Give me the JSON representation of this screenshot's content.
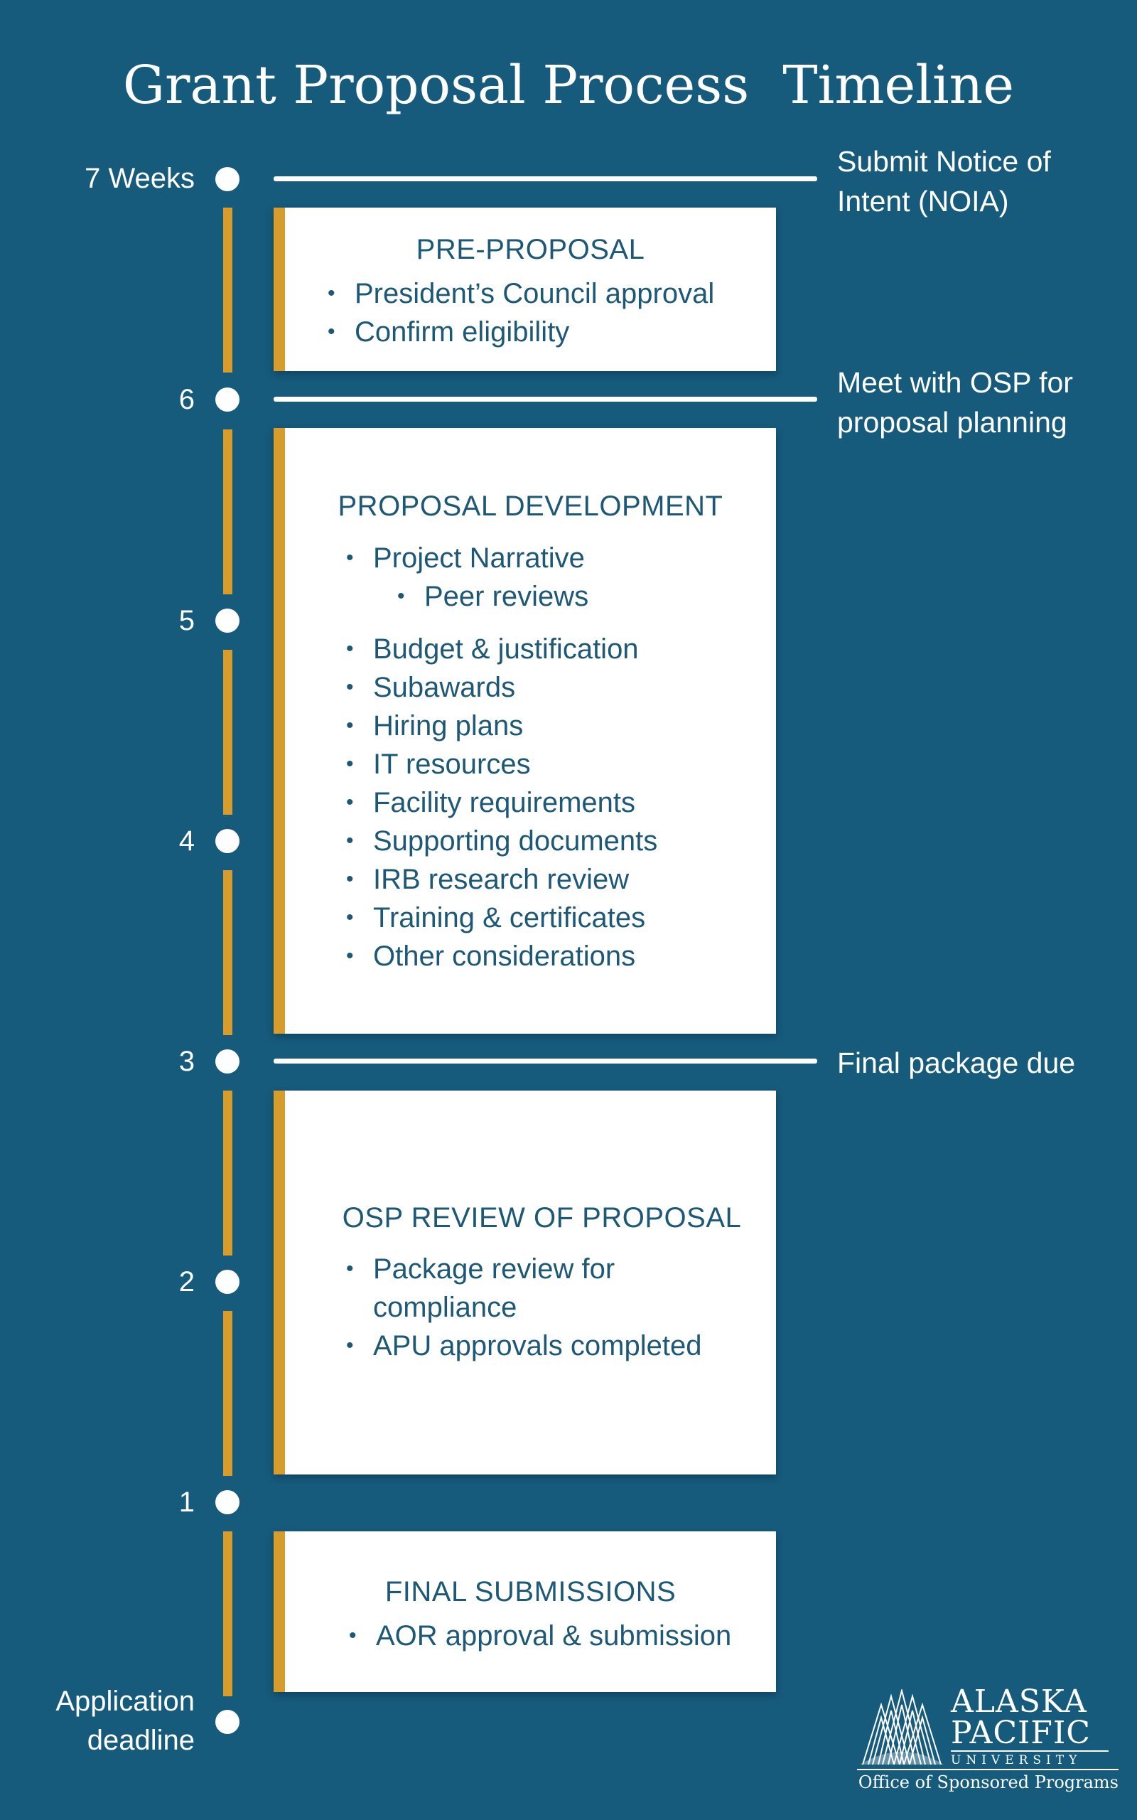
{
  "title": "Grant Proposal Process  Timeline",
  "weeks": [
    {
      "label": "7 Weeks"
    },
    {
      "label": "6"
    },
    {
      "label": "5"
    },
    {
      "label": "4"
    },
    {
      "label": "3"
    },
    {
      "label": "2"
    },
    {
      "label": "1"
    },
    {
      "label": "Application\ndeadline"
    }
  ],
  "milestones": {
    "noia": "Submit Notice of\nIntent (NOIA)",
    "osp_meeting": "Meet with OSP for\nproposal planning",
    "final_package": "Final package due"
  },
  "phases": {
    "pre_proposal": {
      "heading": "PRE-PROPOSAL",
      "items": [
        "President’s Council approval",
        "Confirm eligibility"
      ]
    },
    "development": {
      "heading": "PROPOSAL DEVELOPMENT",
      "items": [
        "Project Narrative",
        "Peer reviews",
        "Budget & justification",
        "Subawards",
        "Hiring plans",
        "IT resources",
        "Facility requirements",
        "Supporting documents",
        "IRB research review",
        "Training & certificates",
        "Other considerations"
      ]
    },
    "osp_review": {
      "heading": "OSP REVIEW OF PROPOSAL",
      "items": [
        "Package review for\ncompliance",
        "APU approvals completed"
      ]
    },
    "final_submissions": {
      "heading": "FINAL SUBMISSIONS",
      "items": [
        "AOR approval & submission"
      ]
    }
  },
  "logo": {
    "line1": "ALASKA",
    "line2": "PACIFIC",
    "line3": "UNIVERSITY",
    "office": "Office of Sponsored Programs"
  },
  "colors": {
    "background": "#165a7c",
    "accent": "#d79c2b",
    "card_text": "#1d5877"
  }
}
